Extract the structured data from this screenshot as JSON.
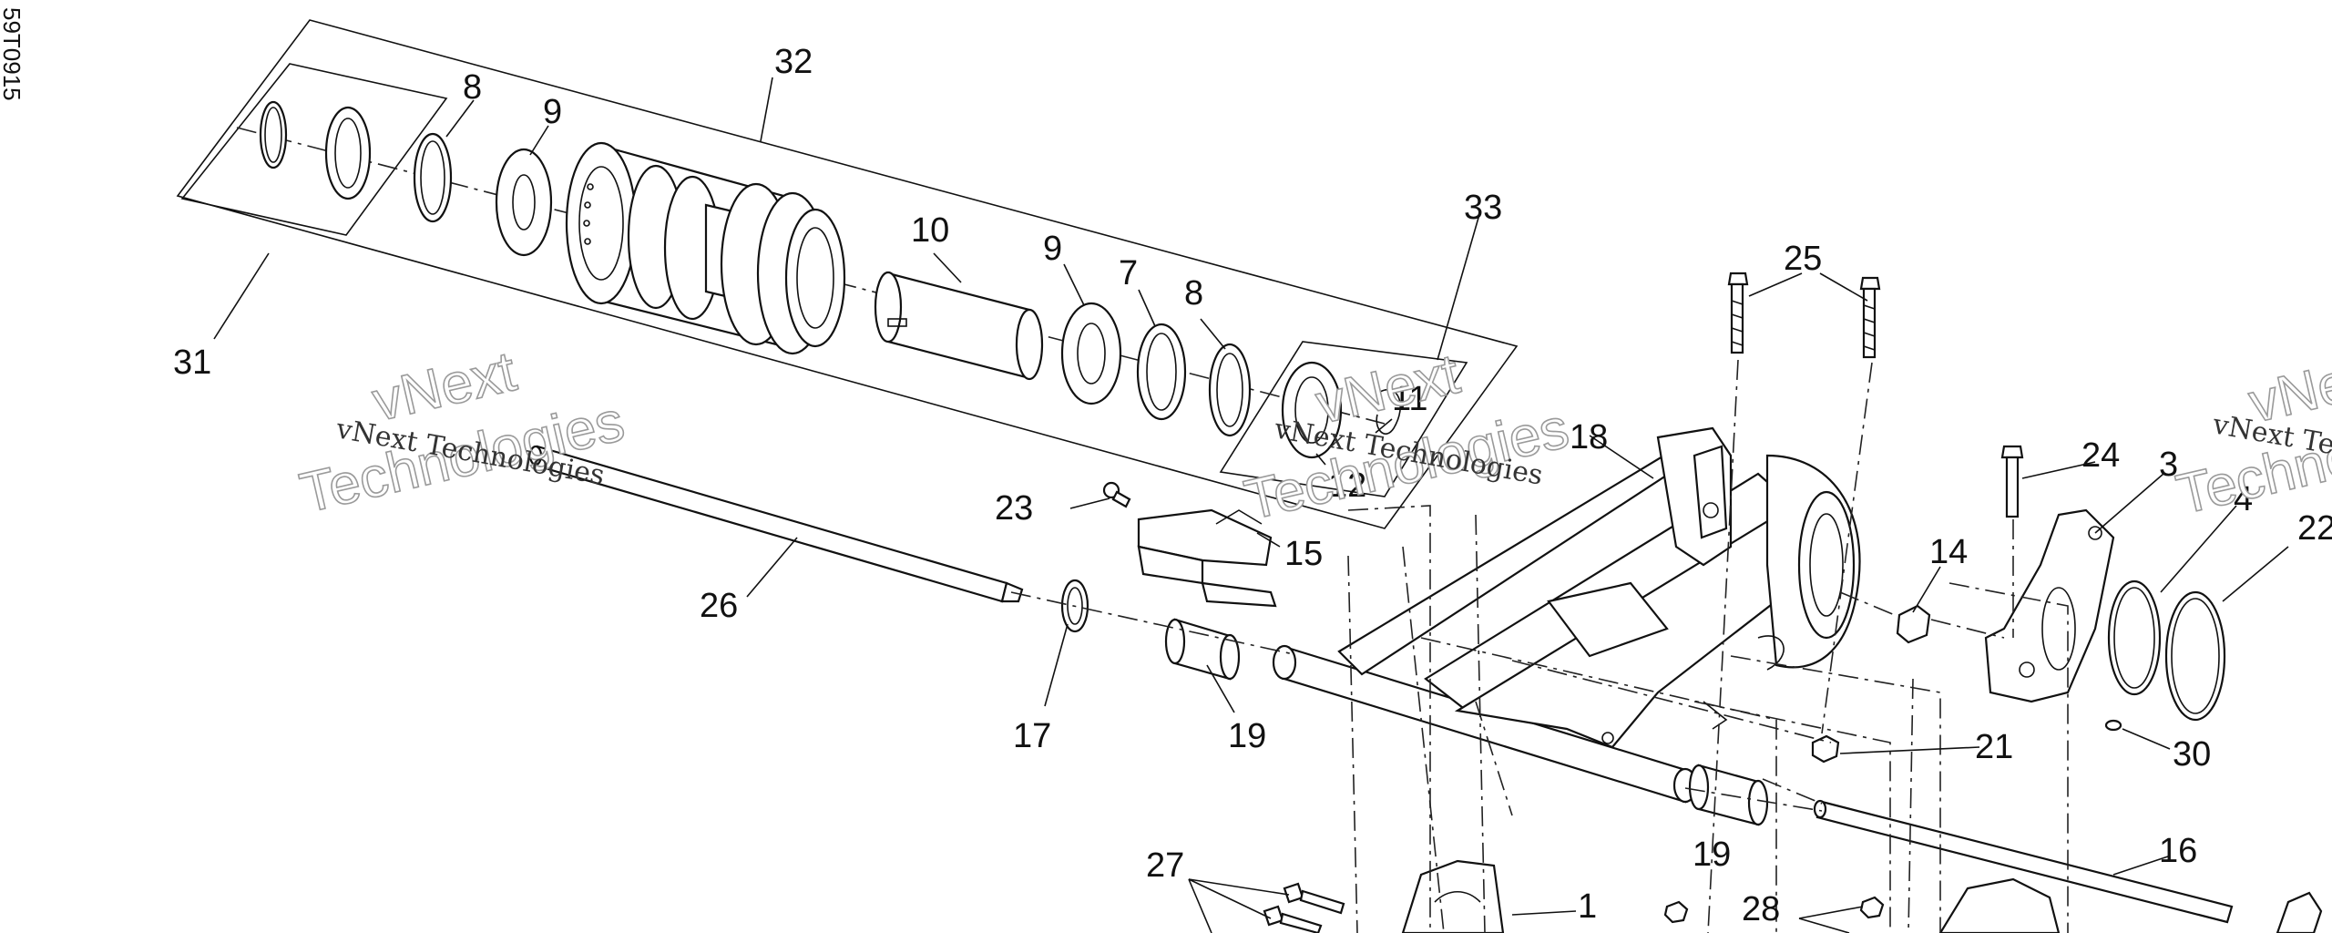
{
  "diagram": {
    "figure_code": "59T0915",
    "watermark_text": "vNext Technologies",
    "watermark_big_line1": "vNext",
    "watermark_big_line2": "Technologies",
    "callouts": [
      "1",
      "3",
      "4",
      "7",
      "8",
      "8",
      "9",
      "9",
      "10",
      "11",
      "12",
      "14",
      "15",
      "16",
      "17",
      "18",
      "19",
      "19",
      "21",
      "23",
      "24",
      "25",
      "26",
      "27",
      "28",
      "30",
      "31",
      "32",
      "33",
      "22"
    ]
  }
}
